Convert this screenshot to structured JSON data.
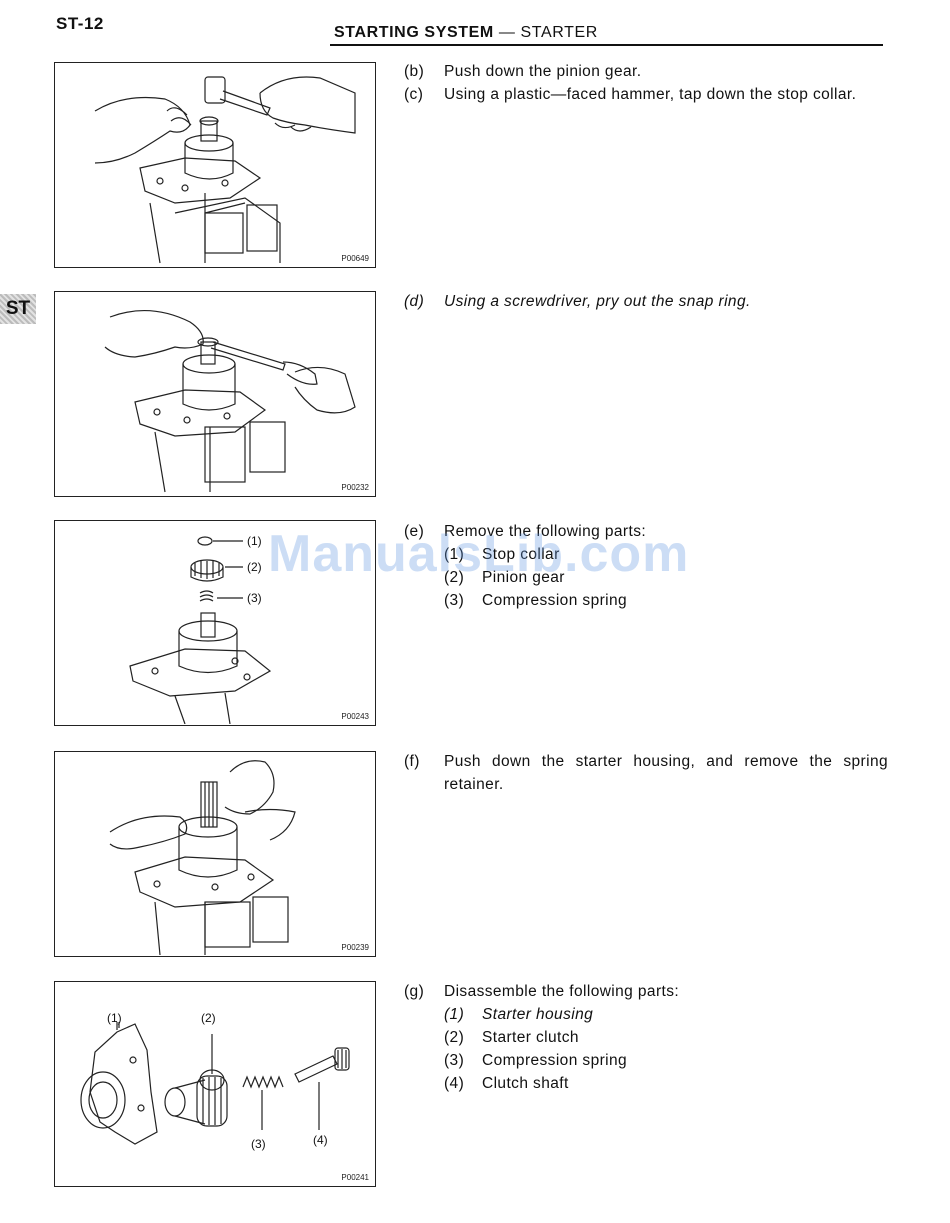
{
  "page": {
    "number": "ST-12",
    "header_bold": "STARTING SYSTEM",
    "header_sep": " — ",
    "header_rest": "STARTER",
    "side_tab": "ST",
    "watermark": "ManualsLib.com"
  },
  "sections": [
    {
      "figure_code": "P00649",
      "steps": [
        {
          "label": "(b)",
          "text": "Push down the pinion gear."
        },
        {
          "label": "(c)",
          "text": "Using a plastic—faced hammer, tap down the stop collar."
        }
      ]
    },
    {
      "figure_code": "P00232",
      "steps": [
        {
          "label": "(d)",
          "text": "Using a screwdriver, pry out the snap ring."
        }
      ]
    },
    {
      "figure_code": "P00243",
      "callouts": [
        "(1)",
        "(2)",
        "(3)"
      ],
      "steps": [
        {
          "label": "(e)",
          "text": "Remove the following parts:"
        }
      ],
      "parts": [
        {
          "num": "(1)",
          "name": "Stop collar"
        },
        {
          "num": "(2)",
          "name": "Pinion gear"
        },
        {
          "num": "(3)",
          "name": "Compression spring"
        }
      ]
    },
    {
      "figure_code": "P00239",
      "steps": [
        {
          "label": "(f)",
          "text": "Push down the starter housing, and remove the spring retainer."
        }
      ]
    },
    {
      "figure_code": "P00241",
      "callouts": [
        "(1)",
        "(2)",
        "(3)",
        "(4)"
      ],
      "steps": [
        {
          "label": "(g)",
          "text": "Disassemble the following parts:"
        }
      ],
      "parts": [
        {
          "num": "(1)",
          "name": "Starter housing"
        },
        {
          "num": "(2)",
          "name": "Starter clutch"
        },
        {
          "num": "(3)",
          "name": "Compression spring"
        },
        {
          "num": "(4)",
          "name": "Clutch shaft"
        }
      ]
    }
  ]
}
